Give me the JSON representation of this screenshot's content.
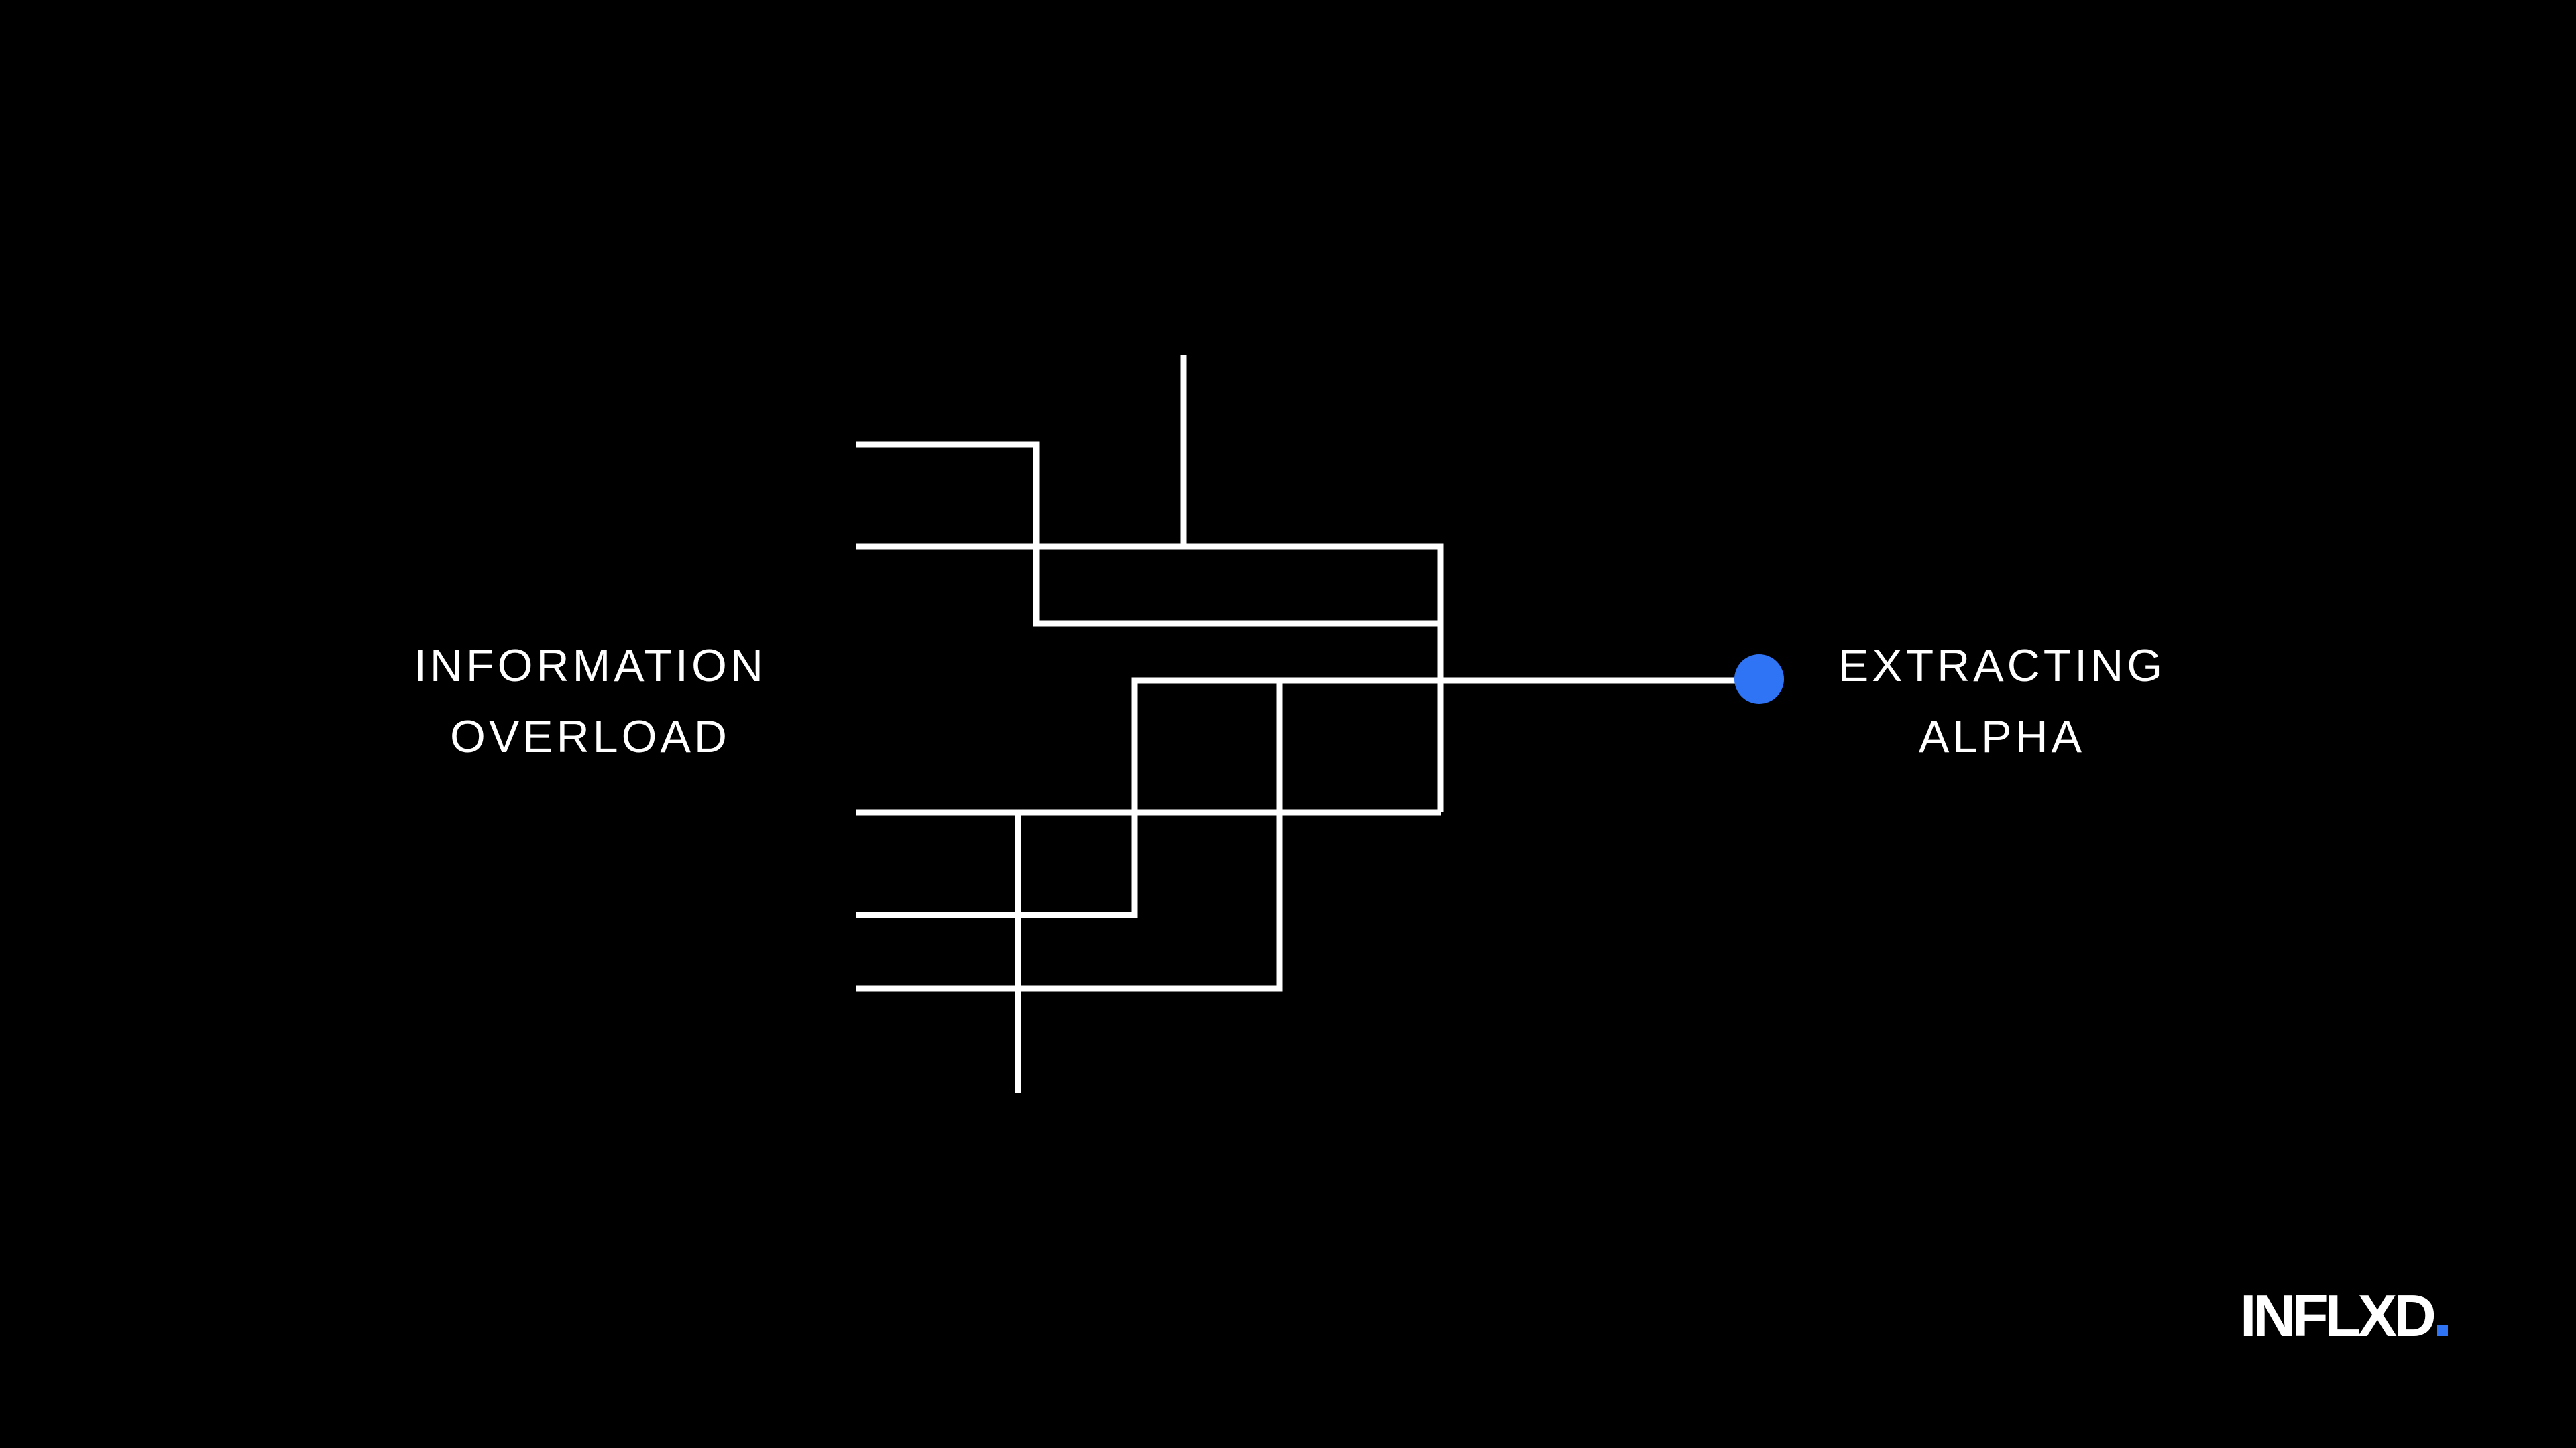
{
  "left_label": {
    "line1": "INFORMATION",
    "line2": "OVERLOAD"
  },
  "right_label": {
    "line1": "EXTRACTING",
    "line2": "ALPHA"
  },
  "logo": {
    "text": "INFLXD"
  },
  "colors": {
    "background": "#000000",
    "line": "#ffffff",
    "accent": "#2f74f5"
  }
}
